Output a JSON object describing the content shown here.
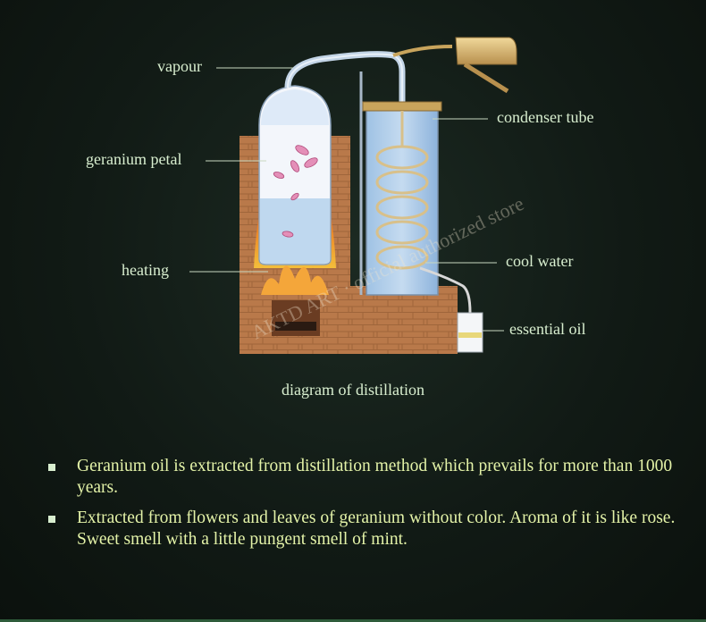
{
  "diagram": {
    "labels": {
      "vapour": "vapour",
      "geranium_petal": "geranium petal",
      "heating": "heating",
      "condenser_tube": "condenser tube",
      "cool_water": "cool water",
      "essential_oil": "essential oil"
    },
    "caption": "diagram of distillation",
    "watermark": "AKTD ART · official authorized store"
  },
  "bullets": [
    "Geranium oil is extracted from distillation method which prevails for more than 1000 years.",
    "Extracted from flowers and leaves of geranium without color. Aroma of it is like rose. Sweet smell with a little pungent smell of mint."
  ],
  "colors": {
    "background": "#121c16",
    "label_text": "#d8eecf",
    "bullet_text": "#e4f3a8",
    "brick": "#b87a45",
    "water": "#a9c9e6",
    "flame": "#e8561a"
  }
}
